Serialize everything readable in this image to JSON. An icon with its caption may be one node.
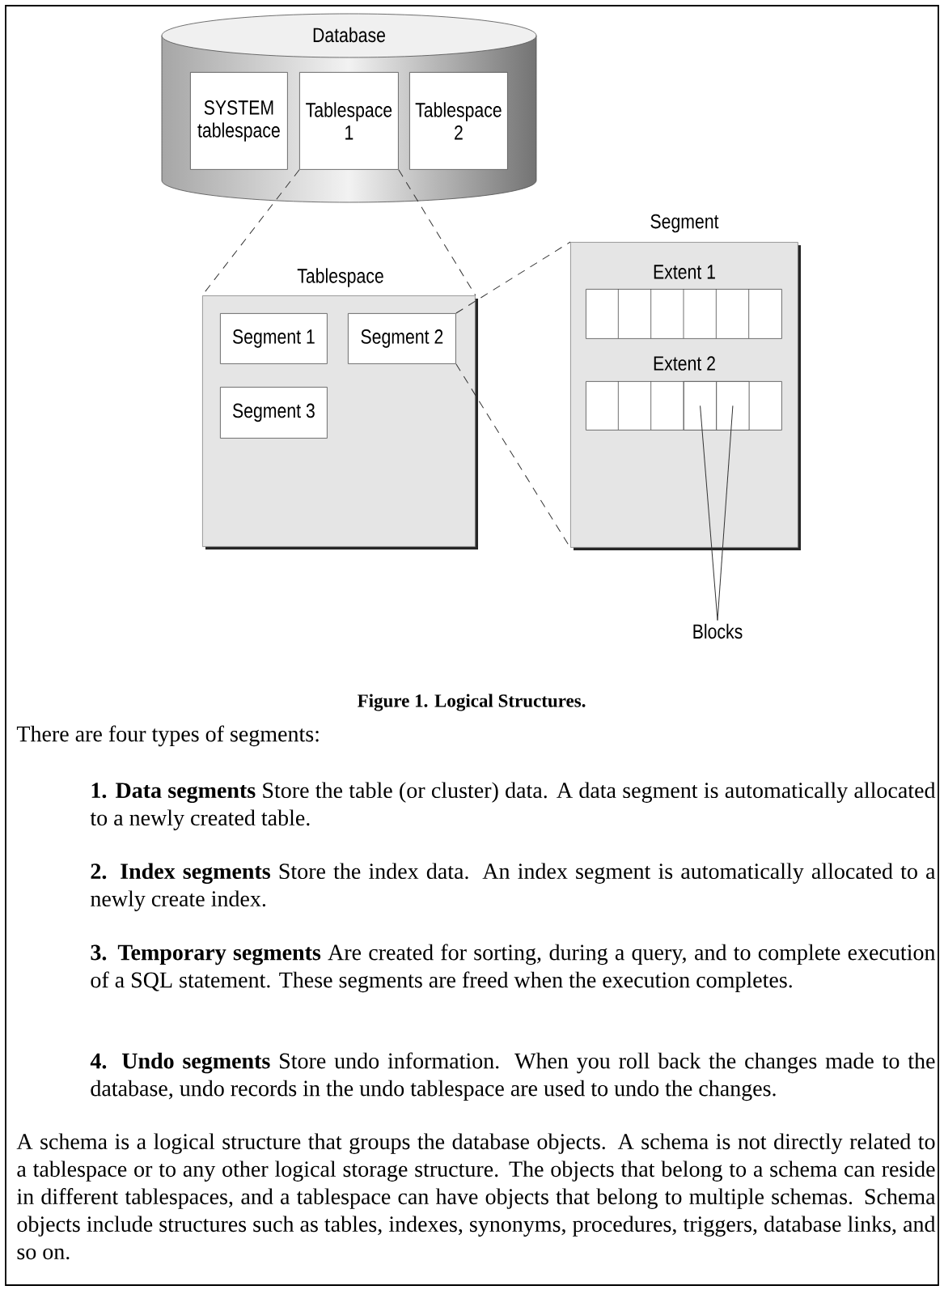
{
  "diagram": {
    "caption": "Figure 1. Logical Structures.",
    "nodes": [
      {
        "text": [
          "Database"
        ]
      },
      {
        "text": [
          "SYSTEM tablespace"
        ],
        "in": 0
      },
      {
        "text": [
          "Tablespace 1"
        ],
        "in": 0
      },
      {
        "text": [
          "Tablespace 2"
        ],
        "in": 0
      },
      {
        "text": [
          "Tablespace"
        ]
      },
      {
        "text": [
          "Segment 1"
        ],
        "in": 4
      },
      {
        "text": [
          "Segment 2"
        ],
        "in": 4
      },
      {
        "text": [
          "Segment 3"
        ],
        "in": 4
      },
      {
        "text": [
          "Segment"
        ]
      },
      {
        "text": [
          "Extent 1"
        ],
        "in": 8
      },
      {
        "text": [
          "Extent 2"
        ],
        "in": 8
      },
      {
        "text": [],
        "shape": "box",
        "in": 10
      },
      {
        "text": [],
        "shape": "box",
        "in": 10
      },
      {
        "text": [
          "Blocks"
        ]
      }
    ],
    "edges": [
      {
        "from": 2,
        "to": 4,
        "arrow": "none",
        "style": "dashed"
      },
      {
        "from": 2,
        "to": 4,
        "arrow": "none",
        "style": "dashed"
      },
      {
        "from": 6,
        "to": 8,
        "arrow": "none",
        "style": "dashed"
      },
      {
        "from": 6,
        "to": 8,
        "arrow": "none",
        "style": "dashed"
      },
      {
        "from": 13,
        "to": 11,
        "arrow": "none"
      },
      {
        "from": 13,
        "to": 12,
        "arrow": "none"
      }
    ],
    "labels": [
      "There are four types of segments:",
      "**1. Data segments** Store the table (or cluster) data. A data segment is automatically allocated to a newly created table.",
      "**2. Index segments** Store the index data. An index segment is automatically allocated to a newly create index.",
      "**3. Temporary segments** Are created for sorting, during a query, and to complete execution of a SQL statement. These segments are freed when the execution completes.",
      "**4. Undo segments** Store undo information. When you roll back the changes made to the database, undo records in the undo tablespace are used to undo the changes.",
      "A schema is a logical structure that groups the database objects. A schema is not directly related to a tablespace or to any other logical storage structure. The objects that belong to a schema can reside in different tablespaces, and a tablespace can have objects that belong to multiple schemas. Schema objects include structures such as tables, indexes, synonyms, procedures, triggers, database links, and so on."
    ]
  }
}
